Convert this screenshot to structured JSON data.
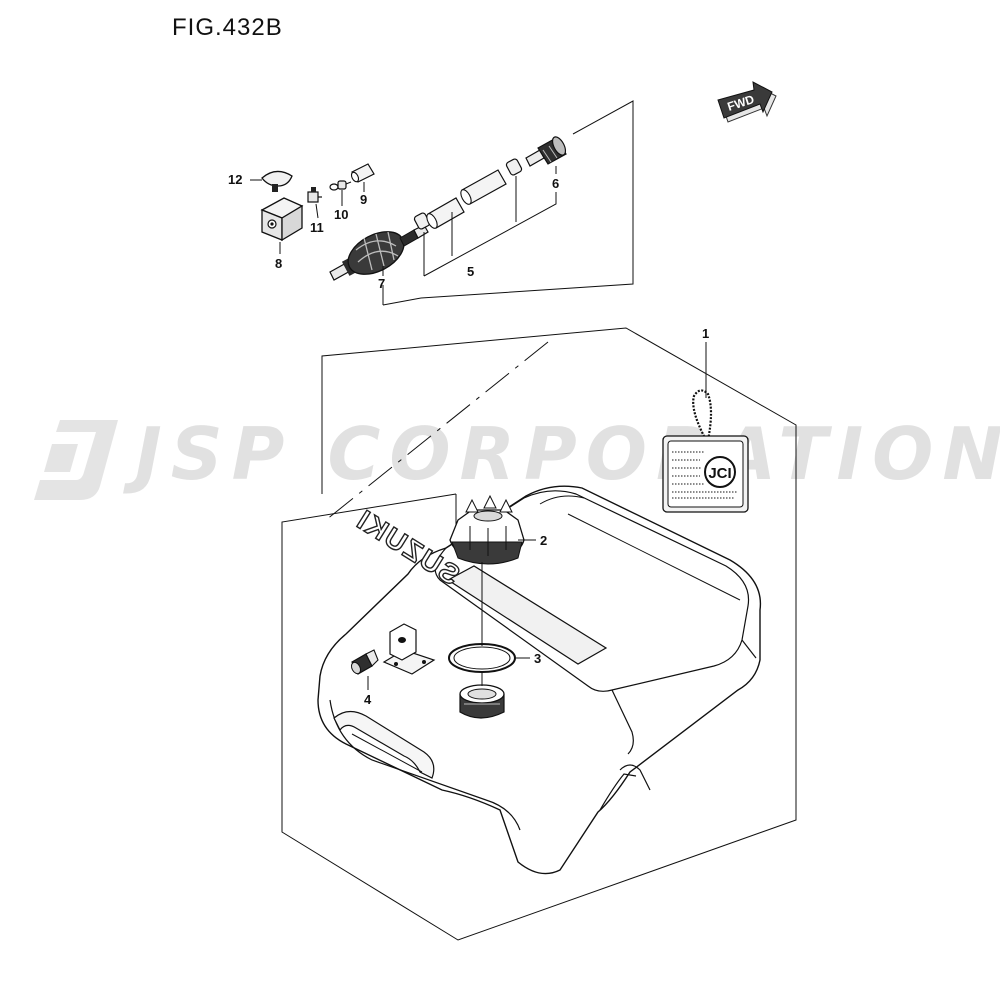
{
  "figure": {
    "title": "FIG.432B"
  },
  "watermark": {
    "text": "JSP CORPORATION"
  },
  "direction": {
    "label": "FWD"
  },
  "tank": {
    "brand_text": "SUZUKI"
  },
  "tag": {
    "logo_text": "JCI"
  },
  "callouts": {
    "p1": "1",
    "p2": "2",
    "p3": "3",
    "p4": "4",
    "p5": "5",
    "p6": "6",
    "p7": "7",
    "p8": "8",
    "p9": "9",
    "p10": "10",
    "p11": "11",
    "p12": "12"
  }
}
